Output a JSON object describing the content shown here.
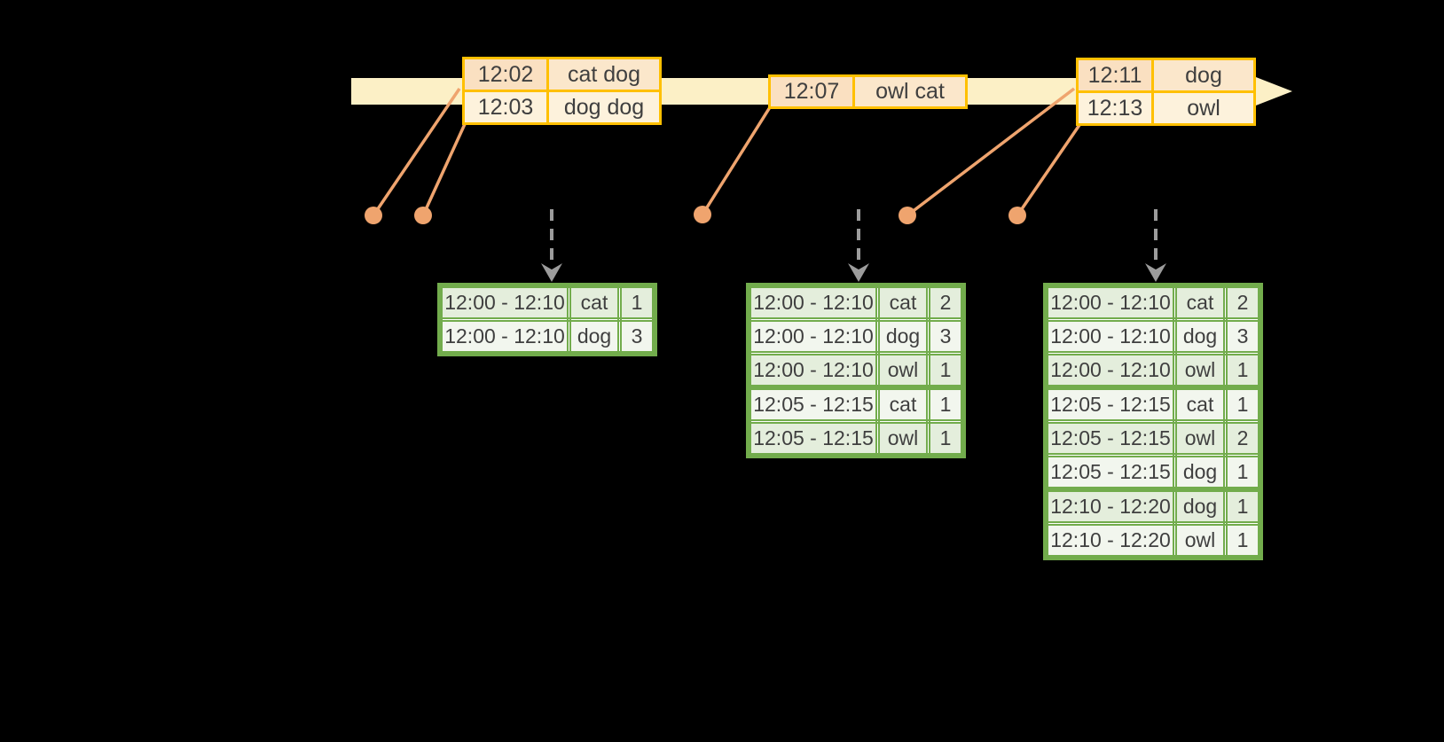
{
  "colors": {
    "gold": "#FFC000",
    "band": "#FCF0C6",
    "peach_dark": "#FAE0C1",
    "peach_mid": "#FBE7CB",
    "cream_cell": "#FDF2DC",
    "connector": "#EFA46E",
    "green": "#72AC4C",
    "green_cell": "#E4EEDC",
    "green_cell_light": "#F2F6EE",
    "gray_arrow": "#9C9C9C",
    "text": "#3F3F3F"
  },
  "icons": {
    "timeline_arrowhead": "right-arrowhead",
    "event_dot": "filled-circle",
    "trigger_arrow": "dashed-down-arrow"
  },
  "timeline": {
    "events": [
      {
        "rows": [
          {
            "time": "12:02",
            "words": "cat dog"
          },
          {
            "time": "12:03",
            "words": "dog dog"
          }
        ]
      },
      {
        "rows": [
          {
            "time": "12:07",
            "words": "owl cat"
          }
        ]
      },
      {
        "rows": [
          {
            "time": "12:11",
            "words": "dog"
          },
          {
            "time": "12:13",
            "words": "owl"
          }
        ]
      }
    ]
  },
  "result_tables": [
    {
      "rows": [
        {
          "window": "12:00 - 12:10",
          "word": "cat",
          "count": "1"
        },
        {
          "window": "12:00 - 12:10",
          "word": "dog",
          "count": "3"
        }
      ]
    },
    {
      "rows": [
        {
          "window": "12:00 - 12:10",
          "word": "cat",
          "count": "2"
        },
        {
          "window": "12:00 - 12:10",
          "word": "dog",
          "count": "3"
        },
        {
          "window": "12:00 - 12:10",
          "word": "owl",
          "count": "1"
        },
        {
          "window": "12:05 - 12:15",
          "word": "cat",
          "count": "1"
        },
        {
          "window": "12:05 - 12:15",
          "word": "owl",
          "count": "1"
        }
      ]
    },
    {
      "rows": [
        {
          "window": "12:00 - 12:10",
          "word": "cat",
          "count": "2"
        },
        {
          "window": "12:00 - 12:10",
          "word": "dog",
          "count": "3"
        },
        {
          "window": "12:00 - 12:10",
          "word": "owl",
          "count": "1"
        },
        {
          "window": "12:05 - 12:15",
          "word": "cat",
          "count": "1"
        },
        {
          "window": "12:05 - 12:15",
          "word": "owl",
          "count": "2"
        },
        {
          "window": "12:05 - 12:15",
          "word": "dog",
          "count": "1"
        },
        {
          "window": "12:10 - 12:20",
          "word": "dog",
          "count": "1"
        },
        {
          "window": "12:10 - 12:20",
          "word": "owl",
          "count": "1"
        }
      ]
    }
  ]
}
